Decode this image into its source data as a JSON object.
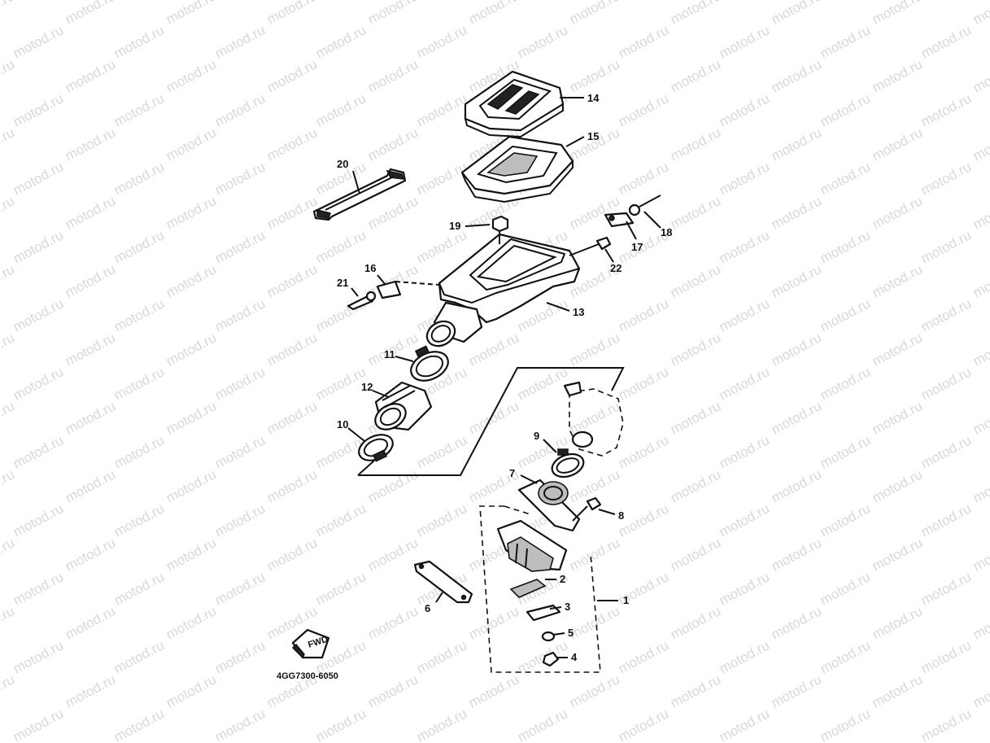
{
  "watermark": "motod.ru",
  "part_number_code": "4GG7300-6050",
  "fwd_symbol": "FWD",
  "callouts": [
    {
      "id": "1",
      "label": "1"
    },
    {
      "id": "2",
      "label": "2"
    },
    {
      "id": "3",
      "label": "3"
    },
    {
      "id": "4",
      "label": "4"
    },
    {
      "id": "5",
      "label": "5"
    },
    {
      "id": "6",
      "label": "6"
    },
    {
      "id": "7",
      "label": "7"
    },
    {
      "id": "8",
      "label": "8"
    },
    {
      "id": "9",
      "label": "9"
    },
    {
      "id": "10",
      "label": "10"
    },
    {
      "id": "11",
      "label": "11"
    },
    {
      "id": "12",
      "label": "12"
    },
    {
      "id": "13",
      "label": "13"
    },
    {
      "id": "14",
      "label": "14"
    },
    {
      "id": "15",
      "label": "15"
    },
    {
      "id": "16",
      "label": "16"
    },
    {
      "id": "17",
      "label": "17"
    },
    {
      "id": "18",
      "label": "18"
    },
    {
      "id": "19",
      "label": "19"
    },
    {
      "id": "20",
      "label": "20"
    },
    {
      "id": "21",
      "label": "21"
    },
    {
      "id": "22",
      "label": "22"
    }
  ]
}
